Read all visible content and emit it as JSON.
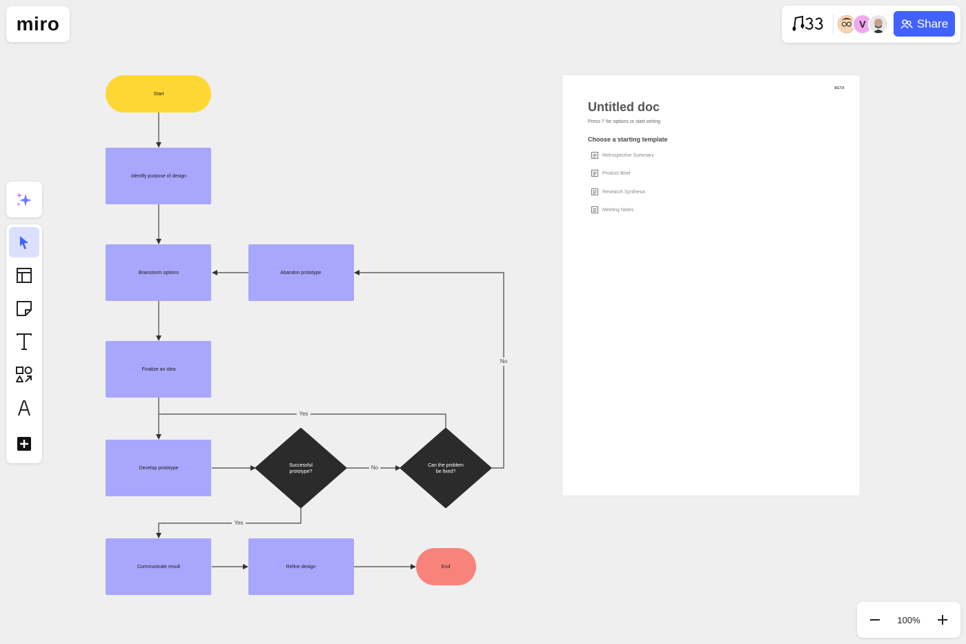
{
  "app": {
    "logo_text": "miro"
  },
  "header": {
    "share_label": "Share",
    "avatar_initial": "V"
  },
  "zoom": {
    "level": "100%"
  },
  "toolbar": {
    "tools": [
      "ai-assist",
      "select",
      "templates",
      "sticky-note",
      "text",
      "shapes",
      "pen",
      "more"
    ]
  },
  "flowchart": {
    "nodes": {
      "start": "Start",
      "identify": "Identify purpose of design",
      "brainstorm": "Brainstorm options",
      "abandon": "Abandon prototype",
      "finalize": "Finalize an idea",
      "develop": "Develop prototype",
      "successful_l1": "Successful",
      "successful_l2": "prototype?",
      "fixed_l1": "Can the problem",
      "fixed_l2": "be fixed?",
      "communicate": "Communicate result",
      "refine": "Refine design",
      "end": "End"
    },
    "edge_labels": {
      "no_right": "No",
      "yes_top": "Yes",
      "no_mid": "No",
      "yes_bottom": "Yes"
    }
  },
  "doc": {
    "badge": "BETA",
    "title": "Untitled doc",
    "hint": "Press '/' for options or start writing",
    "subtitle": "Choose a starting template",
    "templates": [
      "Retrospective Summary",
      "Product Brief",
      "Research Synthesis",
      "Meeting Notes"
    ]
  },
  "colors": {
    "accent": "#4262ff",
    "process": "#a9a6fd",
    "start": "#fdd835",
    "end": "#f8837b",
    "decision": "#2b2b2b"
  }
}
